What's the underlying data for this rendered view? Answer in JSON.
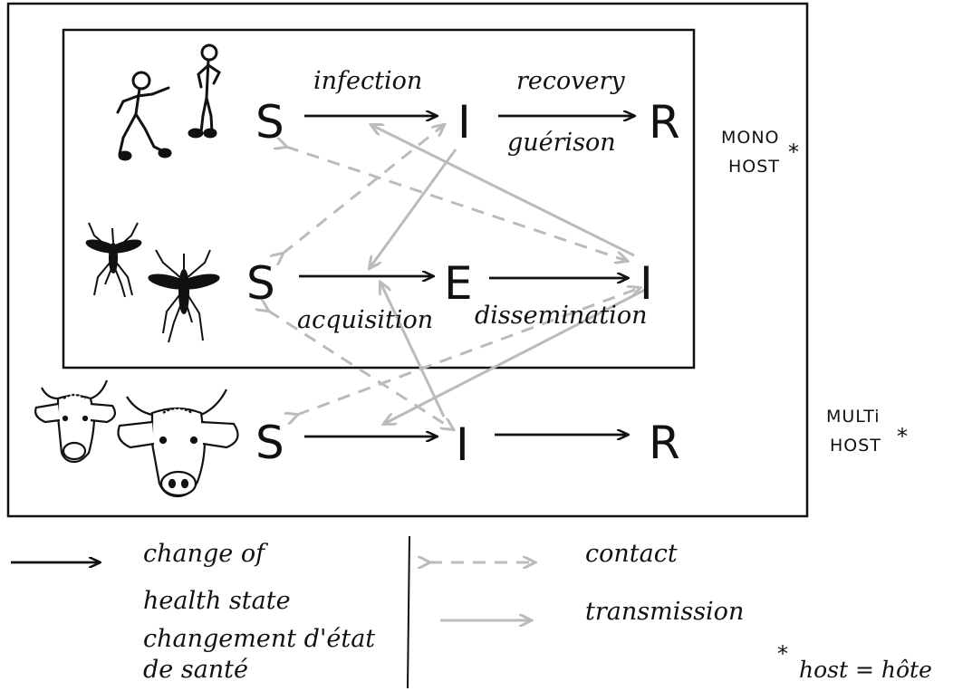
{
  "colors": {
    "ink": "#111111",
    "contact": "#b8b8b8",
    "transmission": "#bdbdbd"
  },
  "icons": [
    "human-figures-icon",
    "mosquito-icon",
    "cow-icon"
  ],
  "rows": {
    "human": {
      "s": "S",
      "i": "I",
      "r": "R",
      "edge1": "infection",
      "edge2_top": "recovery",
      "edge2_bottom": "guérison"
    },
    "mosquito": {
      "s": "S",
      "e": "E",
      "i": "I",
      "edge1": "acquisition",
      "edge2": "dissemination"
    },
    "cattle": {
      "s": "S",
      "i": "I",
      "r": "R"
    }
  },
  "side_labels": {
    "mono_line1": "MONO",
    "mono_line2": "HOST",
    "multi_line1": "MULTi",
    "multi_line2": "HOST",
    "star": "*"
  },
  "legend": {
    "change_line1": "change of",
    "change_line2": "health state",
    "change_line3": "changement d'état",
    "change_line4": "de santé",
    "contact": "contact",
    "transmission": "transmission",
    "footnote_star": "*",
    "footnote": "host = hôte"
  }
}
